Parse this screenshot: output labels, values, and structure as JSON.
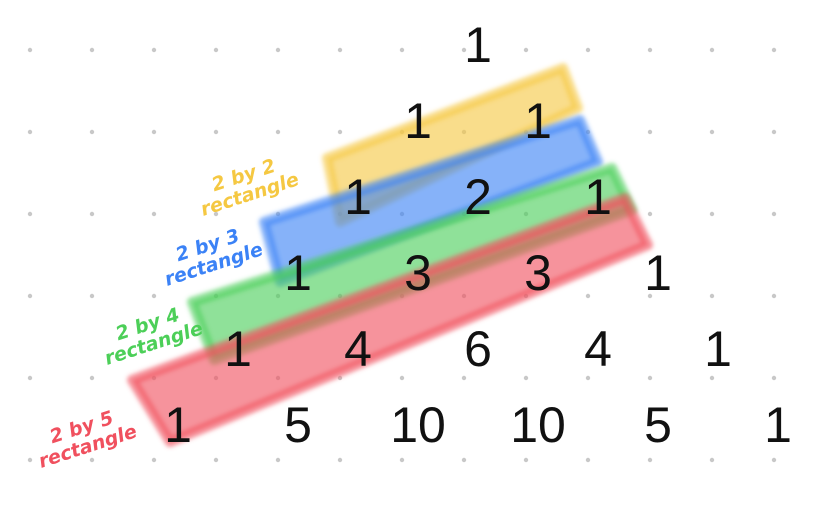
{
  "colors": {
    "background": "#ffffff",
    "dot": "#c8c8c8",
    "yellow": "#f5c842",
    "blue": "#3b82f6",
    "green": "#4ccf58",
    "red": "#f0505e",
    "text": "#111111"
  },
  "rows": [
    [
      "1"
    ],
    [
      "1",
      "1"
    ],
    [
      "1",
      "2",
      "1"
    ],
    [
      "1",
      "3",
      "3",
      "1"
    ],
    [
      "1",
      "4",
      "6",
      "4",
      "1"
    ],
    [
      "1",
      "5",
      "10",
      "10",
      "5",
      "1"
    ]
  ],
  "labels": [
    {
      "id": "yellow",
      "line1": "2 by 2",
      "line2": "rectangle",
      "color": "#f5c842"
    },
    {
      "id": "blue",
      "line1": "2 by 3",
      "line2": "rectangle",
      "color": "#3b82f6"
    },
    {
      "id": "green",
      "line1": "2 by 4",
      "line2": "rectangle",
      "color": "#4ccf58"
    },
    {
      "id": "red",
      "line1": "2 by 5",
      "line2": "rectangle",
      "color": "#f0505e"
    }
  ]
}
